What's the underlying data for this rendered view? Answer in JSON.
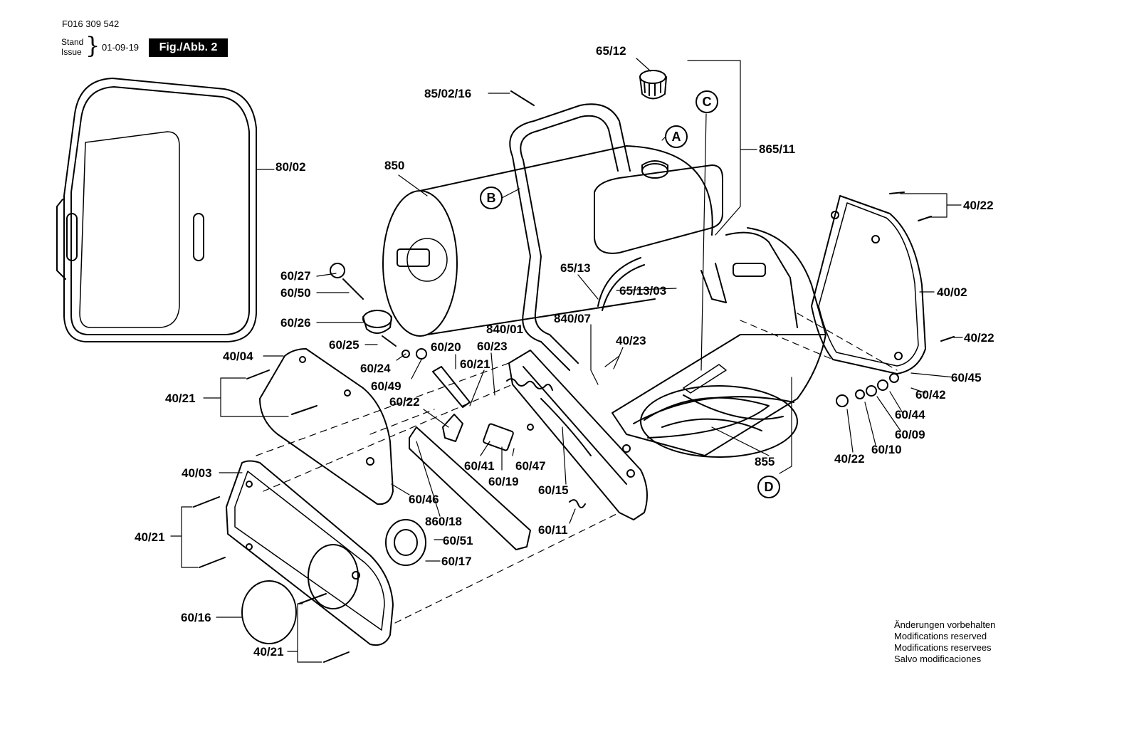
{
  "header": {
    "code": "F016 309 542",
    "stand": "Stand",
    "issue": "Issue",
    "date": "01-09-19",
    "figure": "Fig./Abb. 2"
  },
  "notes": [
    "Änderungen vorbehalten",
    "Modifications reserved",
    "Modifications reservees",
    "Salvo modificaciones"
  ],
  "callouts": {
    "a": "A",
    "b": "B",
    "c": "C",
    "d": "D"
  },
  "labels": {
    "p65_12": "65/12",
    "p85_02_16": "85/02/16",
    "p865_11": "865/11",
    "p80_02": "80/02",
    "p850": "850",
    "p40_22_top": "40/22",
    "p40_02": "40/02",
    "p40_22_mid": "40/22",
    "p60_27": "60/27",
    "p60_50": "60/50",
    "p60_26": "60/26",
    "p65_13": "65/13",
    "p65_13_03": "65/13/03",
    "p840_07": "840/07",
    "p840_01": "840/01",
    "p40_23": "40/23",
    "p60_25": "60/25",
    "p60_20": "60/20",
    "p60_23": "60/23",
    "p40_04": "40/04",
    "p60_24": "60/24",
    "p60_21": "60/21",
    "p60_49": "60/49",
    "p60_45": "60/45",
    "p60_42": "60/42",
    "p40_21_a": "40/21",
    "p60_22": "60/22",
    "p60_44": "60/44",
    "p60_09": "60/09",
    "p60_10": "60/10",
    "p40_22_low": "40/22",
    "p855": "855",
    "p60_41": "60/41",
    "p60_47": "60/47",
    "p60_19": "60/19",
    "p40_03": "40/03",
    "p60_46": "60/46",
    "p60_15": "60/15",
    "p860_18": "860/18",
    "p60_11": "60/11",
    "p40_21_b": "40/21",
    "p60_51": "60/51",
    "p60_17": "60/17",
    "p60_16": "60/16",
    "p40_21_c": "40/21"
  }
}
